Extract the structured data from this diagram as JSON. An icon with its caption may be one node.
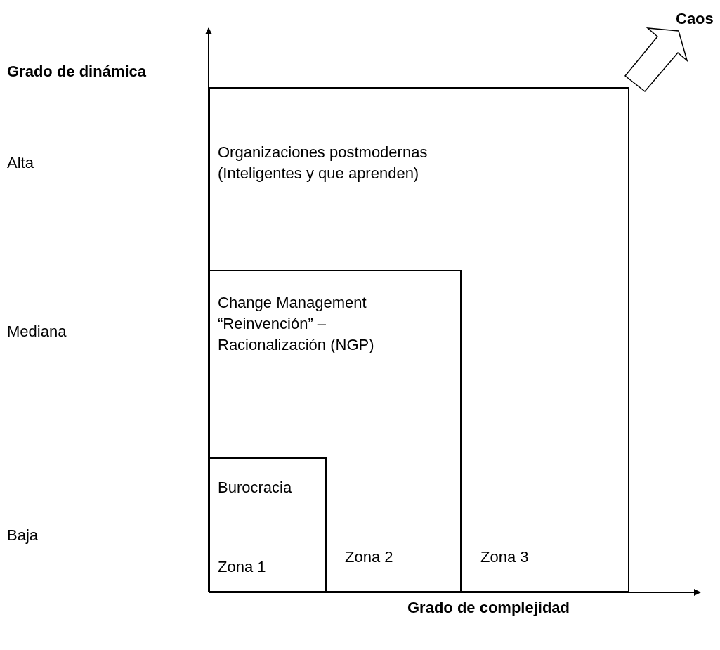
{
  "diagram": {
    "nodes": [
      {
        "text": [
          "Organizaciones postmodernas (Inteligentes y que aprenden)",
          "Zona 3"
        ]
      },
      {
        "text": [
          "Change Management “Reinvención” – Racionalización (NGP)",
          "Zona 2"
        ],
        "in": 0
      },
      {
        "text": [
          "Burocracia",
          "Zona 1"
        ],
        "in": 1
      },
      {
        "text": [
          "Caos"
        ]
      }
    ],
    "edges": [
      {
        "from": 0,
        "to": 3,
        "arrow": "to"
      }
    ],
    "labels": [
      "Grado de dinámica",
      "Alta",
      "Mediana",
      "Baja",
      "Grado de complejidad"
    ]
  }
}
